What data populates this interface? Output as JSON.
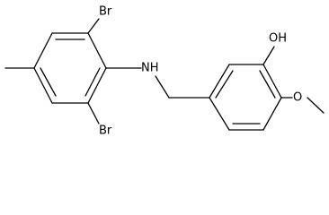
{
  "atoms": {
    "br_top": "Br",
    "br_bottom": "Br",
    "nh": "NH",
    "oh": "OH",
    "o": "O"
  }
}
